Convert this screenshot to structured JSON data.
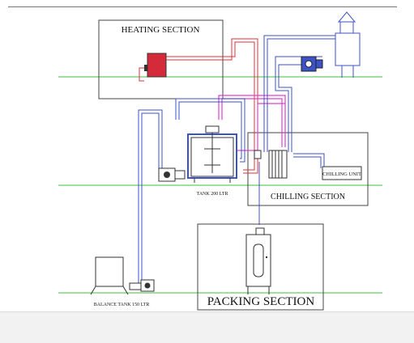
{
  "sections": {
    "heating": "HEATING SECTION",
    "chilling": "CHILLING SECTION",
    "packing": "PACKING SECTION"
  },
  "equipment": {
    "tank": "TANK 200 LTR",
    "balance_tank": "BALANCE TANK 150 LTR",
    "chilling_unit": "CHILLING UNIT"
  },
  "colors": {
    "hot_line": "#e0303a",
    "cold_line": "#3b52c8",
    "magenta_line": "#e040d0",
    "level_line": "#3cc23c",
    "heater_fill": "#d52a3a"
  }
}
